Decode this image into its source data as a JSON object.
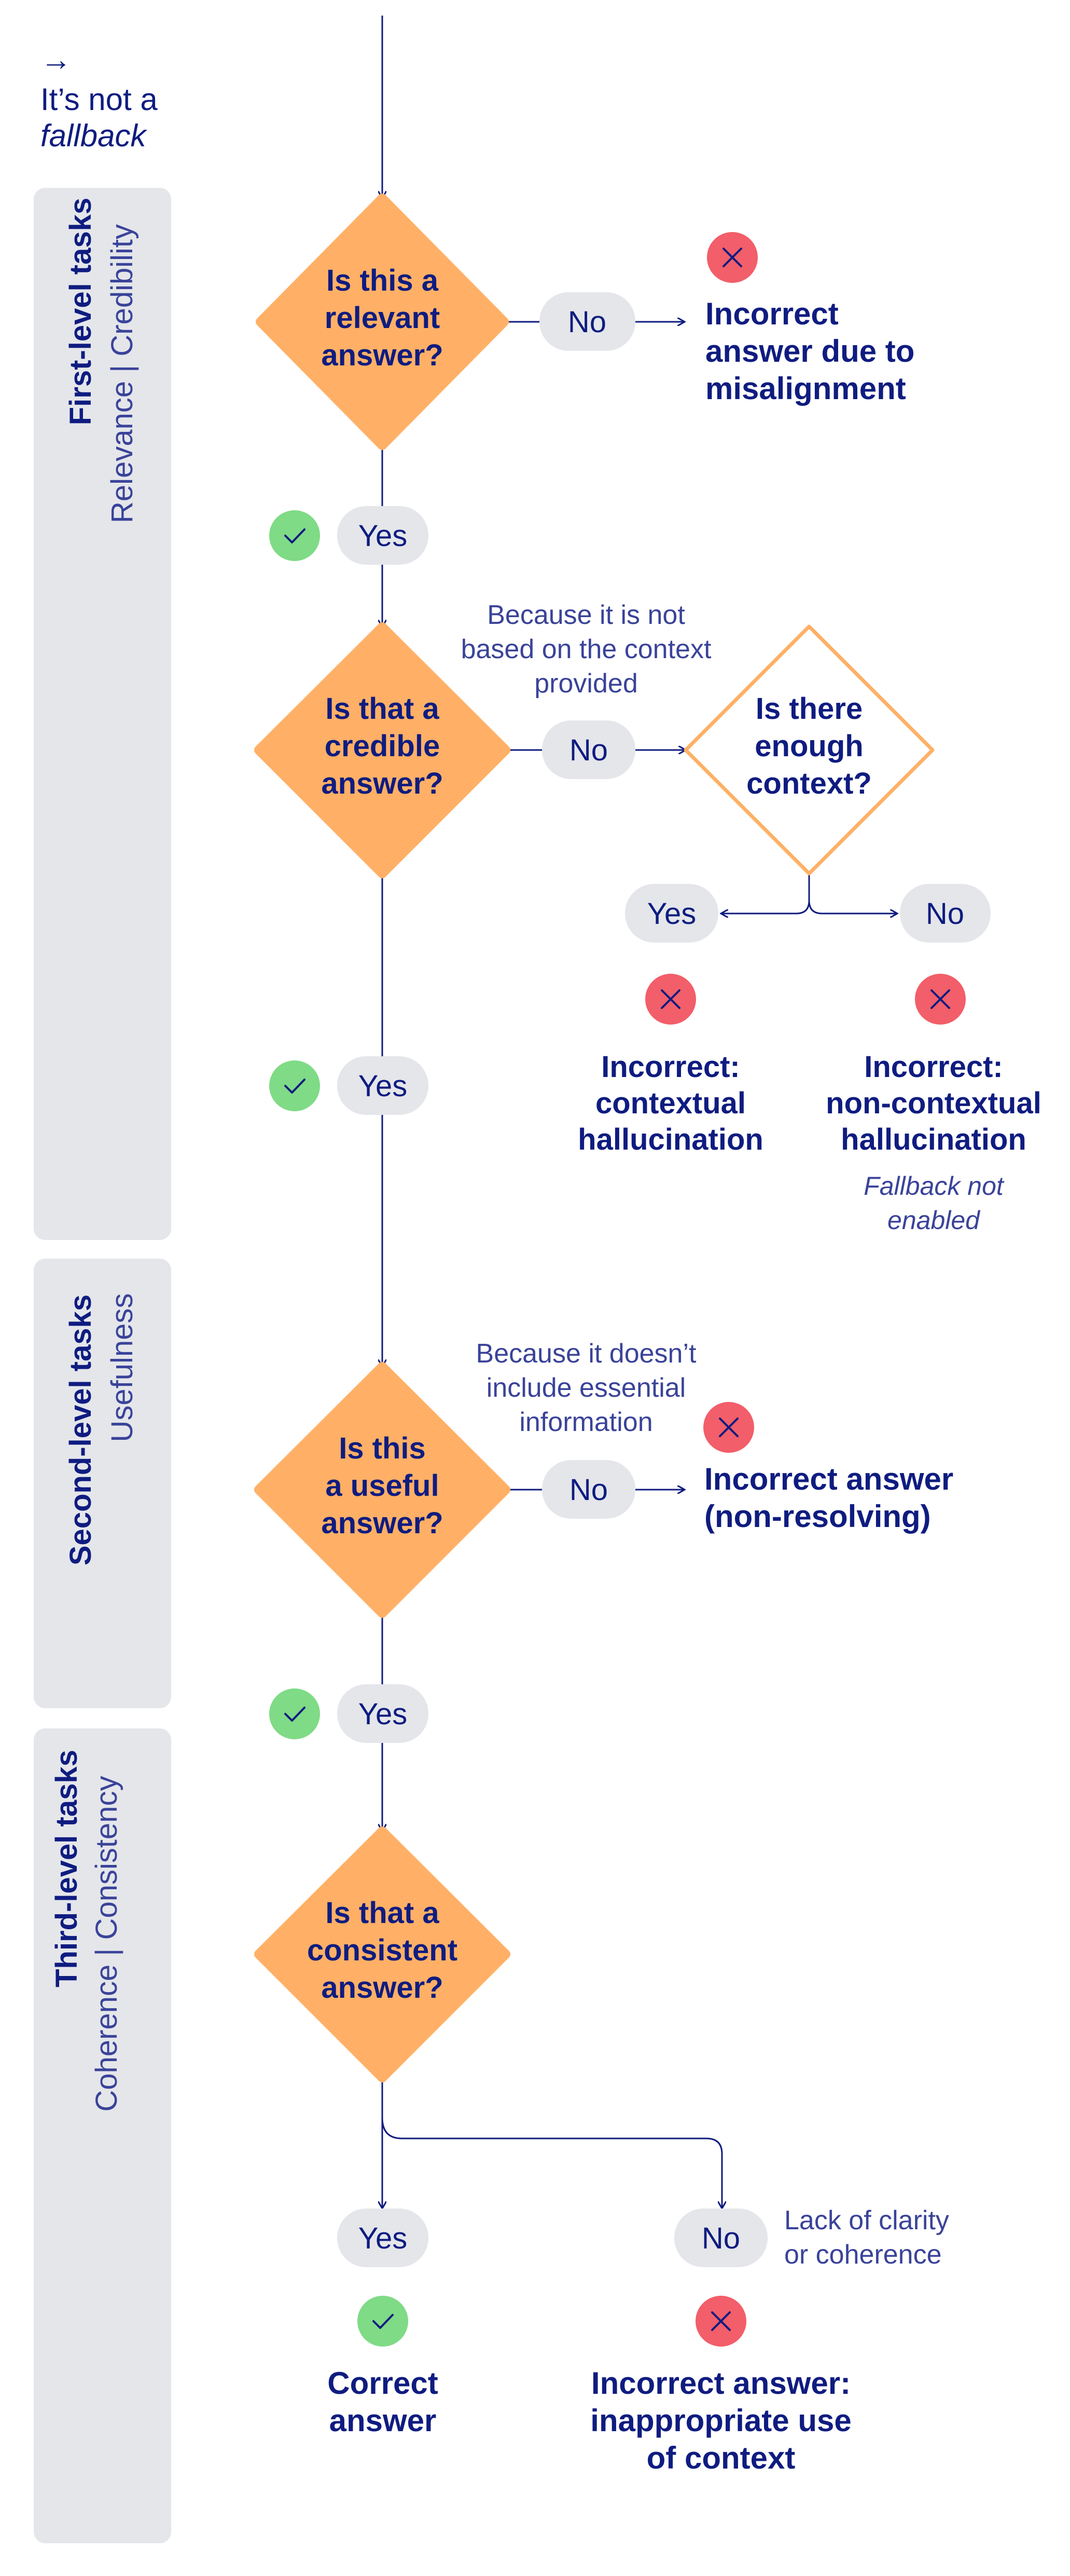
{
  "colors": {
    "navy": "#0f1c80",
    "orange": "#ffb066",
    "pill": "#e4e6ea",
    "band": "#e4e6ea",
    "green": "#7fdb86",
    "red": "#f25e69"
  },
  "header": {
    "arrow": "→",
    "line1": "It’s not a",
    "line2": "fallback"
  },
  "bands": [
    {
      "title": "First-level tasks",
      "subtitle": "Relevance | Credibility"
    },
    {
      "title": "Second-level tasks",
      "subtitle": "Usefulness"
    },
    {
      "title": "Third-level tasks",
      "subtitle": "Coherence | Consistency"
    }
  ],
  "decisions": {
    "relevant": [
      "Is this a",
      "relevant",
      "answer?"
    ],
    "credible": [
      "Is that a",
      "credible",
      "answer?"
    ],
    "context": [
      "Is there",
      "enough",
      "context?"
    ],
    "useful": [
      "Is this",
      "a useful",
      "answer?"
    ],
    "consistent": [
      "Is that a",
      "consistent",
      "answer?"
    ]
  },
  "pills": {
    "yes": "Yes",
    "no": "No"
  },
  "outcomes": {
    "misalignment": [
      "Incorrect",
      "answer due to",
      "misalignment"
    ],
    "contextual": [
      "Incorrect:",
      "contextual",
      "hallucination"
    ],
    "noncontextual": [
      "Incorrect:",
      "non-contextual",
      "hallucination"
    ],
    "nonresolving": [
      "Incorrect answer",
      "(non-resolving)"
    ],
    "correct": [
      "Correct",
      "answer"
    ],
    "inappropriate": [
      "Incorrect answer:",
      "inappropriate use",
      "of context"
    ]
  },
  "notes": {
    "not_based": [
      "Because it is not",
      "based on the context",
      "provided"
    ],
    "fallback": [
      "Fallback not",
      "enabled"
    ],
    "no_essential": [
      "Because it doesn’t",
      "include essential",
      "information"
    ],
    "lack_clarity": [
      "Lack of clarity",
      "or coherence"
    ]
  }
}
